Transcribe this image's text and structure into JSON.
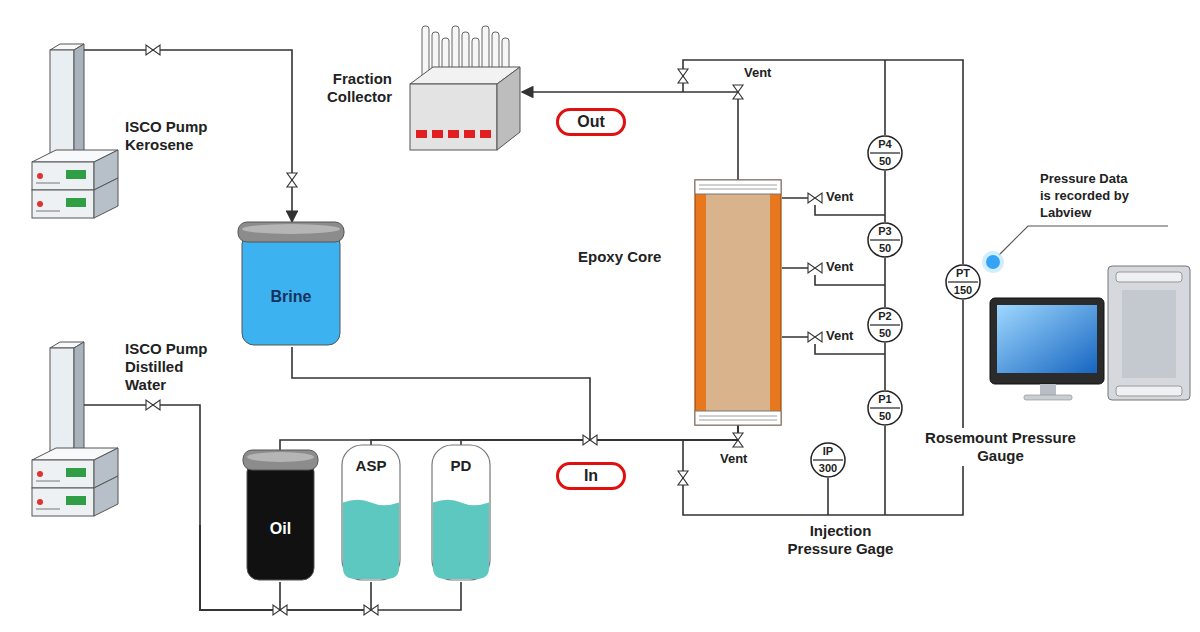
{
  "diagram": {
    "nodes": [
      {
        "text": [
          "ISCO Pump Kerosene"
        ]
      },
      {
        "text": [
          "ISCO Pump Distilled Water"
        ]
      },
      {
        "text": [
          "Brine"
        ]
      },
      {
        "text": [
          "Oil"
        ]
      },
      {
        "text": [
          "ASP"
        ]
      },
      {
        "text": [
          "PD"
        ]
      },
      {
        "text": [
          "Fraction Collector"
        ]
      },
      {
        "text": [
          "Out"
        ]
      },
      {
        "text": [
          "In"
        ]
      },
      {
        "text": [
          "Epoxy Core"
        ]
      },
      {
        "text": [
          "P4",
          "50"
        ]
      },
      {
        "text": [
          "P3",
          "50"
        ]
      },
      {
        "text": [
          "P2",
          "50"
        ]
      },
      {
        "text": [
          "P1",
          "50"
        ]
      },
      {
        "text": [
          "PT",
          "150"
        ]
      },
      {
        "text": [
          "IP",
          "300"
        ]
      }
    ],
    "edges": [
      {
        "from": 0,
        "to": 2,
        "arrow": "to"
      },
      {
        "from": 1,
        "to": 3,
        "arrow": "none"
      },
      {
        "from": 1,
        "to": 4,
        "arrow": "none"
      },
      {
        "from": 1,
        "to": 5,
        "arrow": "none"
      },
      {
        "from": 2,
        "to": 9,
        "arrow": "none"
      },
      {
        "from": 3,
        "to": 9,
        "arrow": "none"
      },
      {
        "from": 4,
        "to": 9,
        "arrow": "none"
      },
      {
        "from": 5,
        "to": 9,
        "arrow": "none"
      },
      {
        "from": 9,
        "to": 6,
        "arrow": "to"
      },
      {
        "from": 10,
        "to": 11,
        "arrow": "none"
      },
      {
        "from": 11,
        "to": 12,
        "arrow": "none"
      },
      {
        "from": 12,
        "to": 13,
        "arrow": "none"
      }
    ],
    "labels": [
      "Vent",
      "Vent",
      "Vent",
      "Vent",
      "Vent",
      "Pressure Data is recorded by Labview",
      "Rosemount Pressure Gauge",
      "Injection Pressure Gage"
    ]
  }
}
